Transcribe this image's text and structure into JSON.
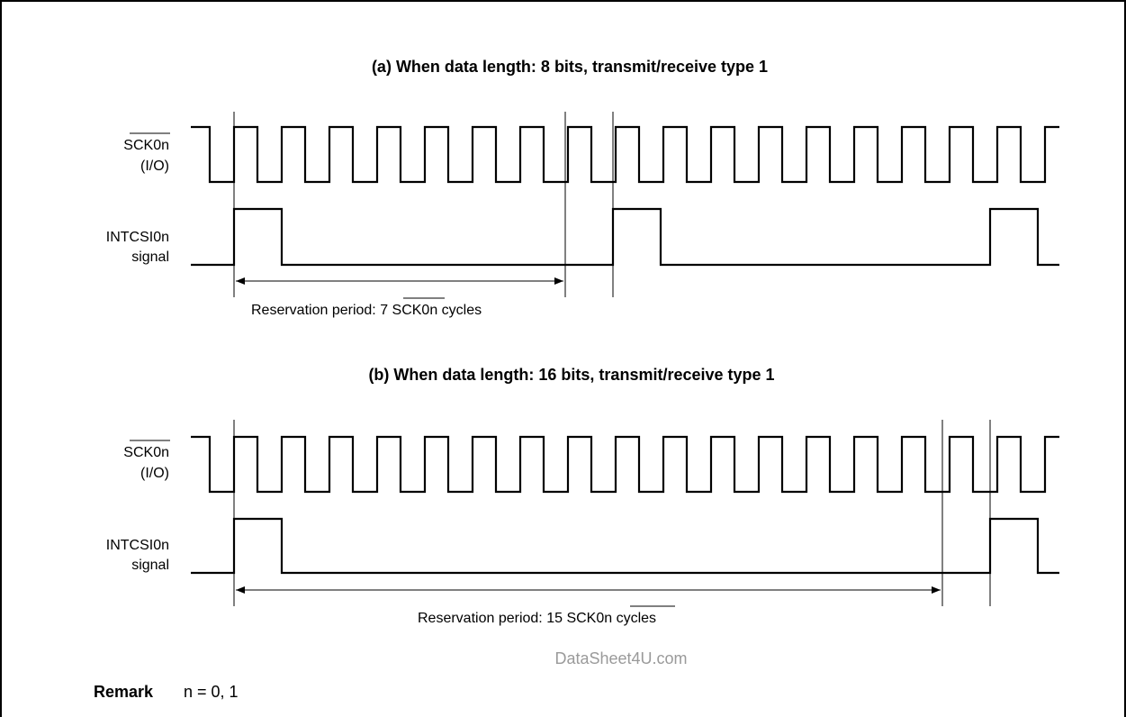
{
  "panels": [
    {
      "id": "a",
      "title": "(a)  When data length: 8 bits, transmit/receive type 1",
      "clock_label": "SCK0n",
      "clock_sublabel": "(I/O)",
      "signal_label": "INTCSI0n",
      "signal_sublabel": "signal",
      "reservation_prefix": "Reservation period: 7 ",
      "reservation_overline": "SCK0n",
      "reservation_suffix": " cycles"
    },
    {
      "id": "b",
      "title": "(b)  When data length: 16 bits, transmit/receive type 1",
      "clock_label": "SCK0n",
      "clock_sublabel": "(I/O)",
      "signal_label": "INTCSI0n",
      "signal_sublabel": "signal",
      "reservation_prefix": "Reservation period: 15 ",
      "reservation_overline": "SCK0n",
      "reservation_suffix": " cycles"
    }
  ],
  "watermark": "DataSheet4U.com",
  "remark": {
    "label": "Remark",
    "text": "n = 0, 1"
  }
}
